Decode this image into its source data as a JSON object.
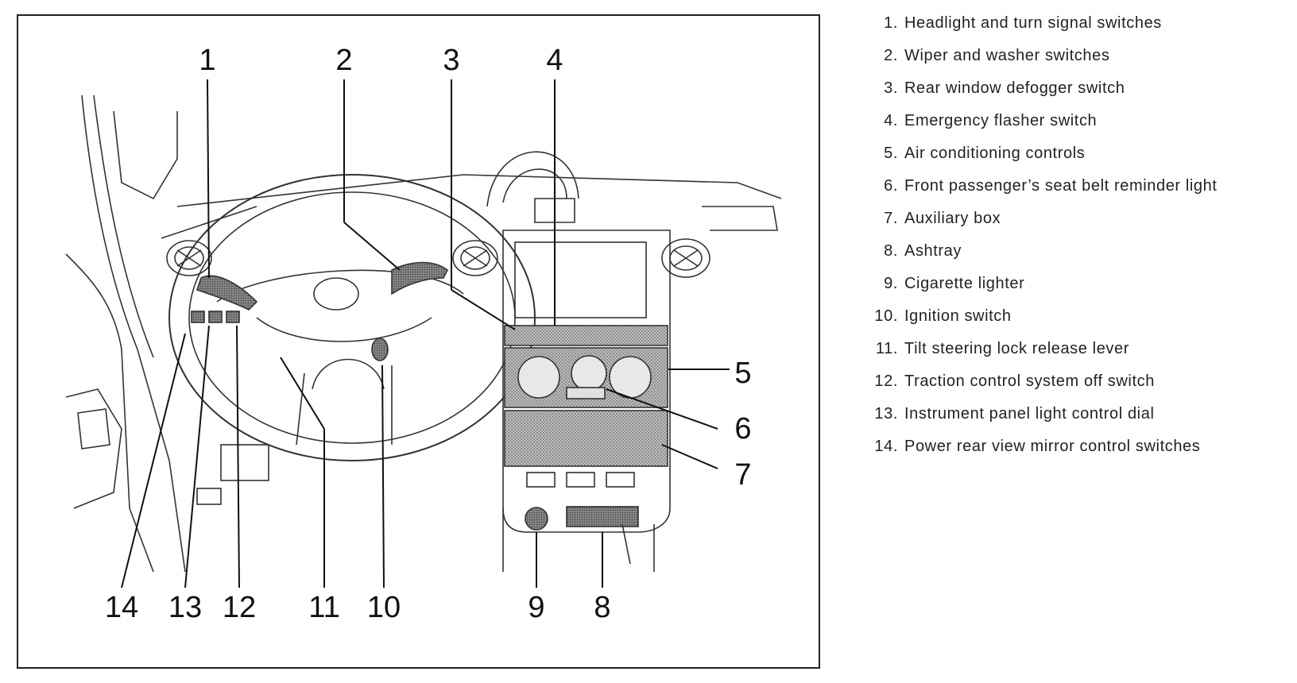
{
  "figure": {
    "callouts_top": [
      "1",
      "2",
      "3",
      "4"
    ],
    "callouts_right": [
      "5",
      "6",
      "7"
    ],
    "callouts_bottom": [
      "14",
      "13",
      "12",
      "11",
      "10",
      "9",
      "8"
    ]
  },
  "legend": {
    "items": [
      {
        "num": "1.",
        "text": "Headlight and turn signal switches"
      },
      {
        "num": "2.",
        "text": "Wiper and washer switches"
      },
      {
        "num": "3.",
        "text": "Rear window defogger switch"
      },
      {
        "num": "4.",
        "text": "Emergency flasher switch"
      },
      {
        "num": "5.",
        "text": "Air conditioning controls"
      },
      {
        "num": "6.",
        "text": "Front passenger’s seat belt reminder light"
      },
      {
        "num": "7.",
        "text": "Auxiliary box"
      },
      {
        "num": "8.",
        "text": "Ashtray"
      },
      {
        "num": "9.",
        "text": "Cigarette lighter"
      },
      {
        "num": "10.",
        "text": "Ignition switch"
      },
      {
        "num": "11.",
        "text": "Tilt steering lock release lever"
      },
      {
        "num": "12.",
        "text": "Traction control system off switch"
      },
      {
        "num": "13.",
        "text": "Instrument panel light control dial"
      },
      {
        "num": "14.",
        "text": "Power rear view mirror control switches"
      }
    ]
  }
}
